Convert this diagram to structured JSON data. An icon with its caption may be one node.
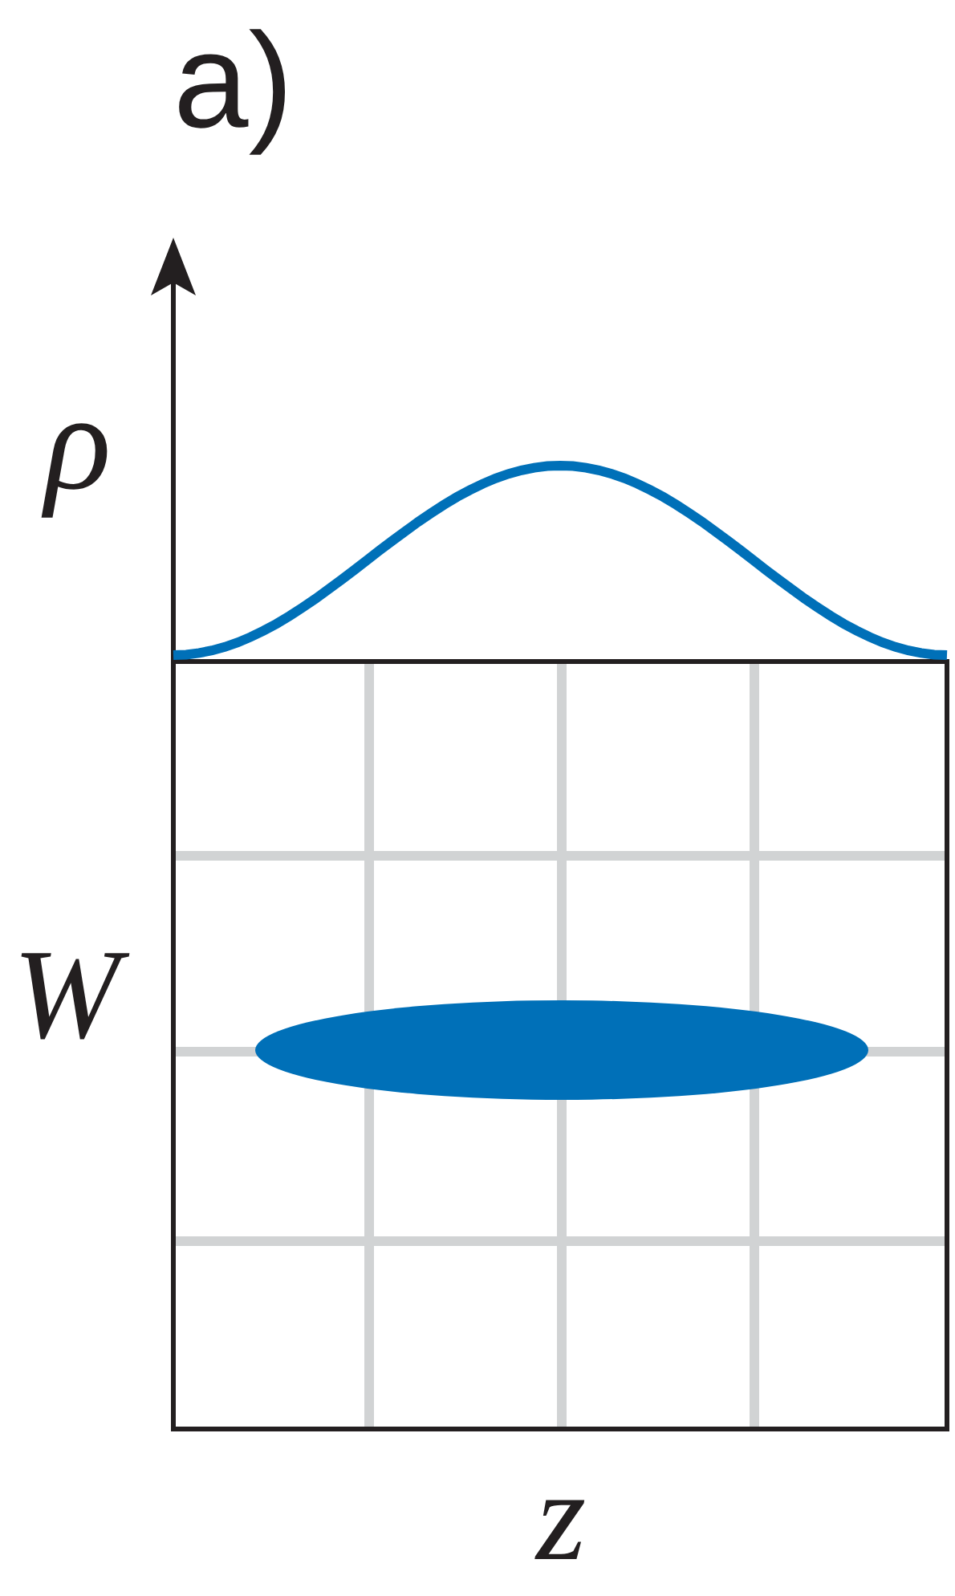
{
  "diagram": {
    "labels": [
      "a)",
      "ρ",
      "W",
      "z"
    ]
  }
}
